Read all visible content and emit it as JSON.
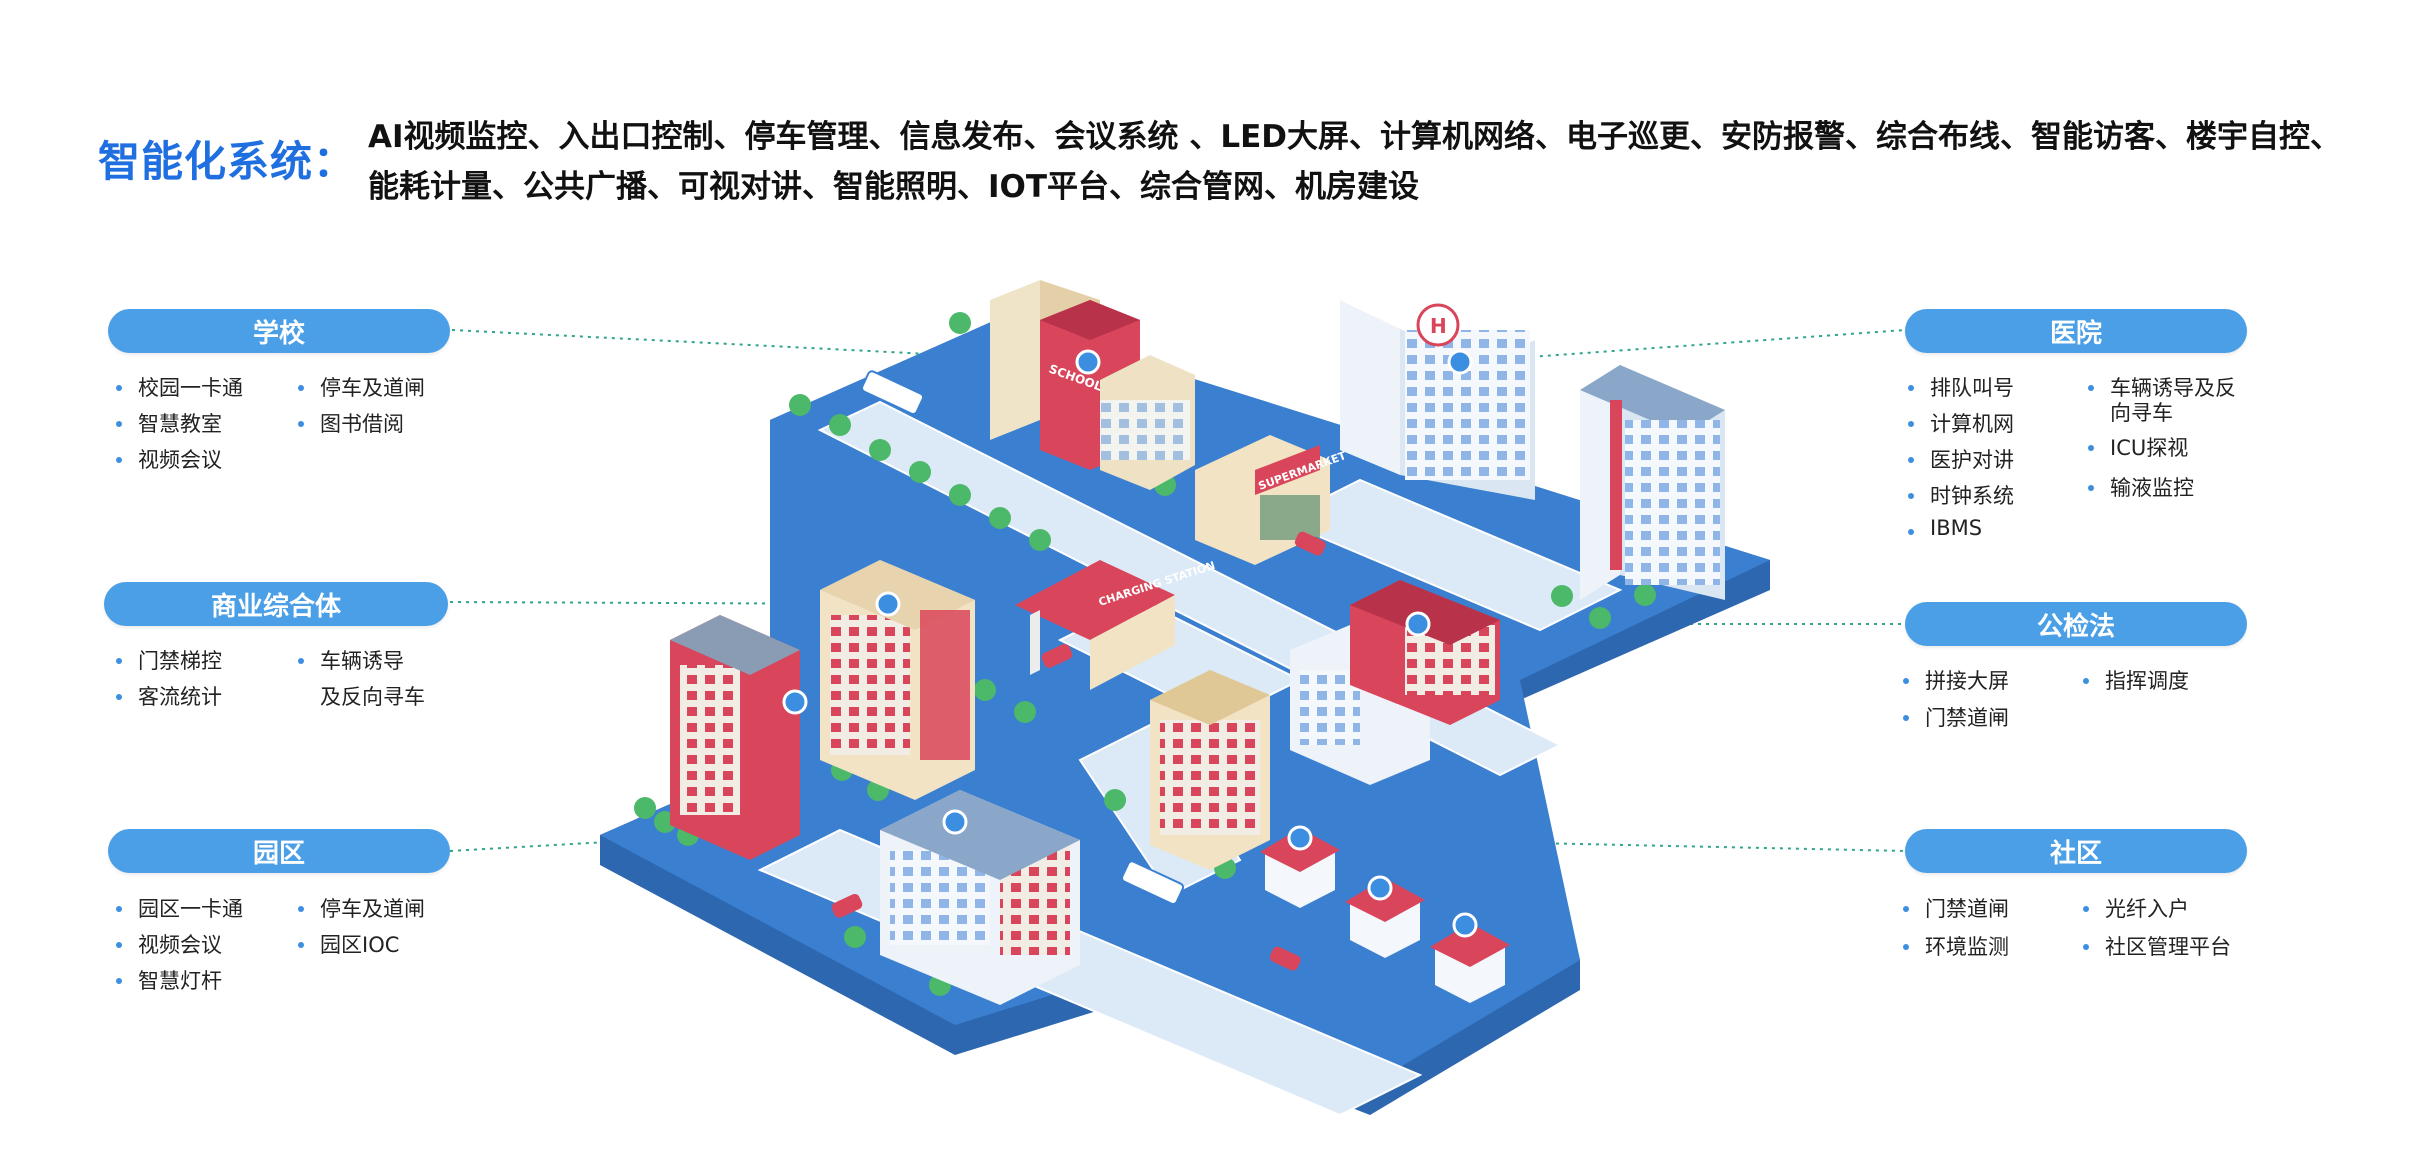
{
  "header": {
    "title": "智能化系统：",
    "systems_line1": "AI视频监控、入出口控制、停车管理、信息发布、会议系统 、LED大屏、计算机网络、电子巡更、安防报警、综合布线、智能访客、楼宇自控、",
    "systems_line2": "能耗计量、公共广播、可视对讲、智能照明、IOT平台、综合管网、机房建设"
  },
  "school": {
    "label": "学校",
    "features": [
      "校园一卡通",
      "停车及道闸",
      "智慧教室",
      "图书借阅",
      "视频会议"
    ]
  },
  "commercial": {
    "label": "商业综合体",
    "features": [
      "门禁梯控",
      "车辆诱导",
      "客流统计",
      "及反向寻车"
    ]
  },
  "park": {
    "label": "园区",
    "features": [
      "园区一卡通",
      "停车及道闸",
      "视频会议",
      "园区IOC",
      "智慧灯杆"
    ]
  },
  "hospital": {
    "label": "医院",
    "features": [
      "排队叫号",
      "车辆诱导及反",
      "向寻车",
      "计算机网",
      "ICU探视",
      "医护对讲",
      "输液监控",
      "时钟系统",
      "IBMS"
    ]
  },
  "law": {
    "label": "公检法",
    "features": [
      "拼接大屏",
      "指挥调度",
      "门禁道闸"
    ]
  },
  "community": {
    "label": "社区",
    "features": [
      "门禁道闸",
      "光纤入户",
      "环境监测",
      "社区管理平台"
    ]
  },
  "signs": {
    "school": "SCHOOL",
    "supermarket": "SUPERMARKET",
    "station": "CHARGING STATION",
    "hospital": "H"
  },
  "colors": {
    "accent": "#1f6fe0",
    "pill": "#4a9fe6",
    "base": "#3b7fd0",
    "road": "#dce9f7",
    "red": "#d9455a",
    "tree": "#4cb86a"
  }
}
